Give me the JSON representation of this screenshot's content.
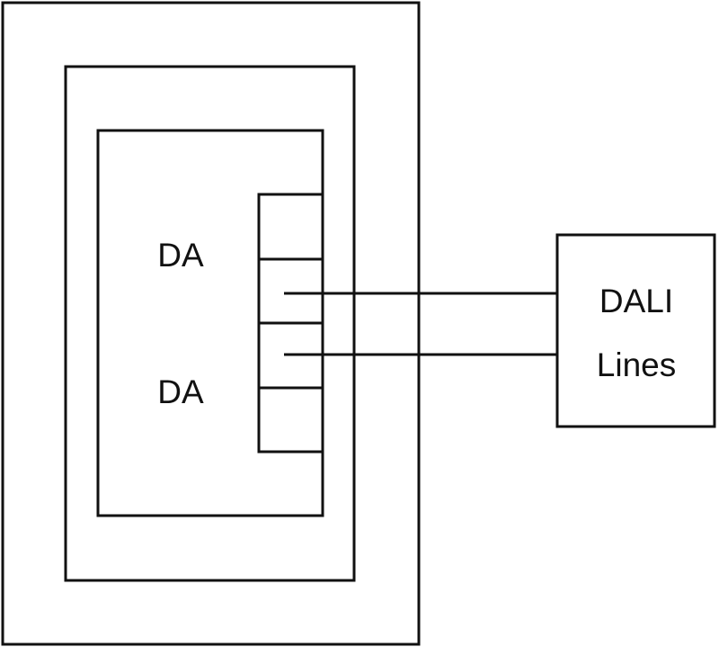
{
  "diagram": {
    "labels": {
      "terminal_upper": "DA",
      "terminal_lower": "DA",
      "dali_line_1": "DALI",
      "dali_line_2": "Lines"
    },
    "colors": {
      "stroke": "#111111",
      "background": "#ffffff"
    }
  }
}
